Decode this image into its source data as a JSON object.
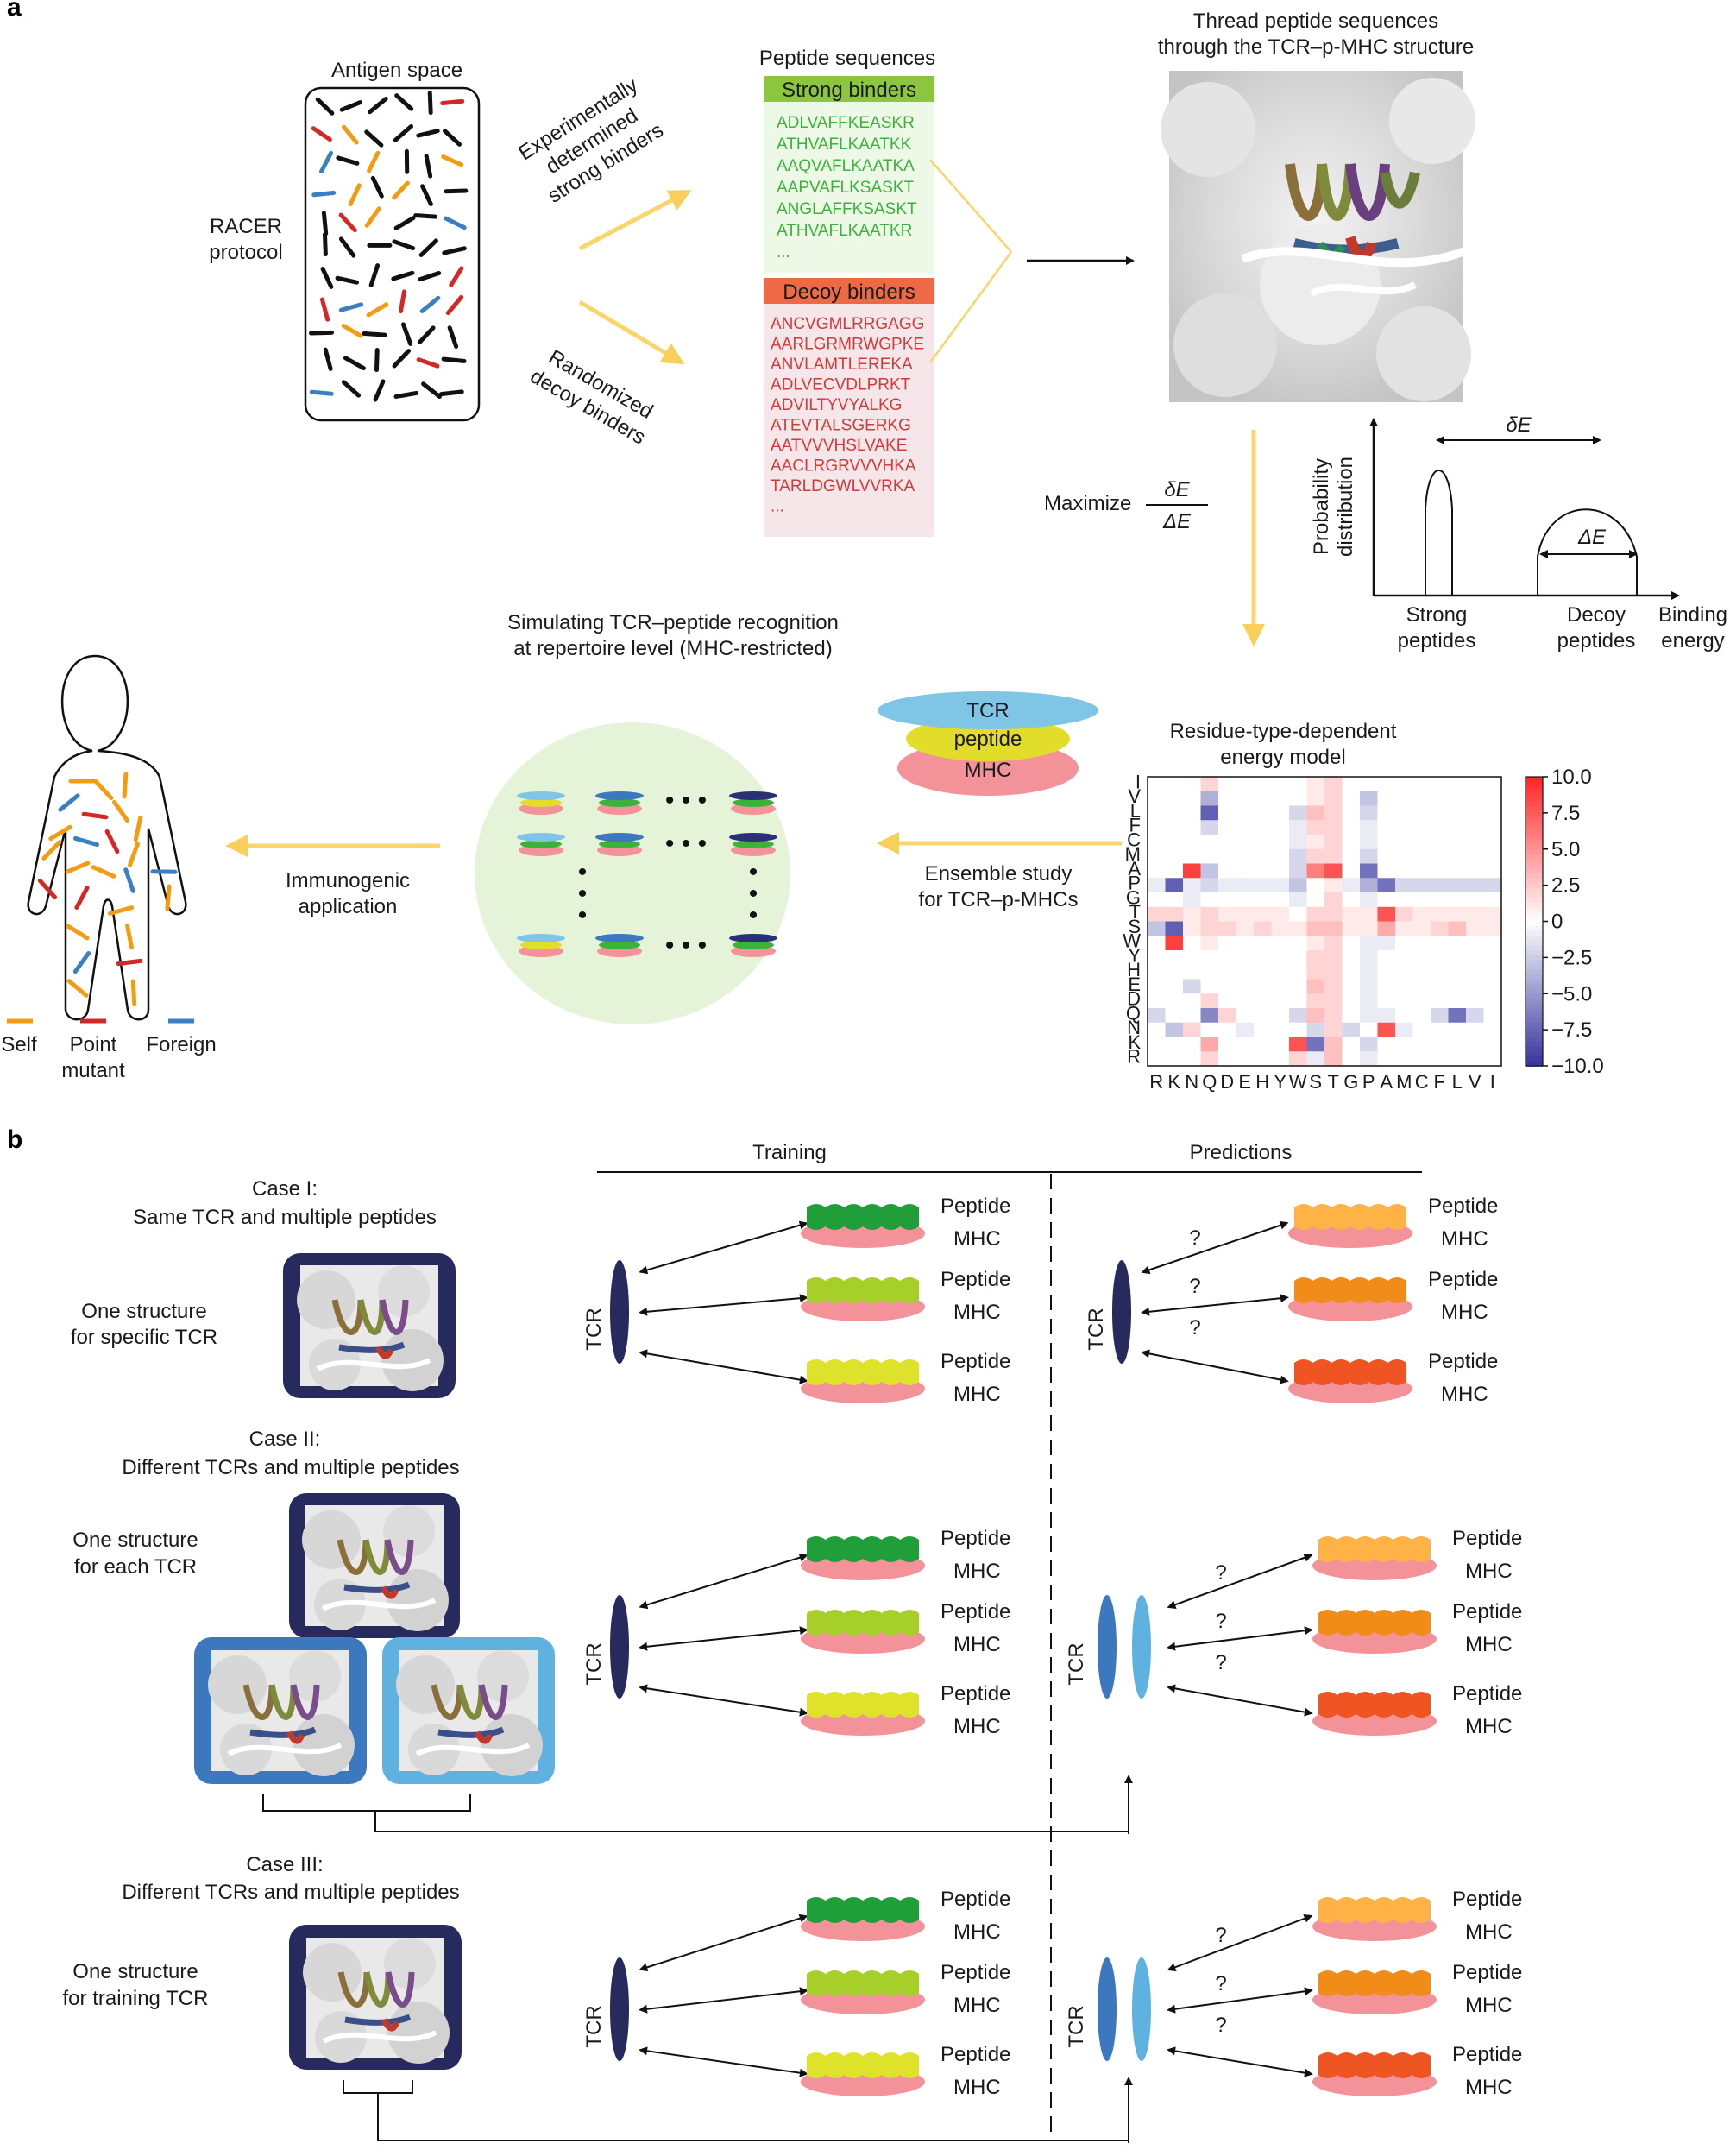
{
  "panel_a": {
    "letter": "a",
    "antigen_space": "Antigen space",
    "racer": [
      "RACER",
      "protocol"
    ],
    "exp_arrow": [
      "Experimentally",
      "determined",
      "strong binders"
    ],
    "rand_arrow": [
      "Randomized",
      "decoy binders"
    ],
    "peptide_title": "Peptide sequences",
    "strong_header": "Strong binders",
    "strong_seqs": [
      "ADLVAFFKEASKR",
      "ATHVAFLKAATKK",
      "AAQVAFLKAATKA",
      "AAPVAFLKSASKT",
      "ANGLAFFKSASKT",
      "ATHVAFLKAATKR",
      "..."
    ],
    "decoy_header": "Decoy binders",
    "decoy_seqs": [
      "ANCVGMLRRGAGG",
      "AARLGRMRWGPKE",
      "ANVLAMTLEREKA",
      "ADLVECVDLPRKT",
      "ADVILTYVYALKG",
      "ATEVTALSGERKG",
      "AATVVVHSLVAKE",
      "AACLRGRVVVHKA",
      "TARLDGWLVVRKA",
      "..."
    ],
    "thread": [
      "Thread peptide sequences",
      "through the TCR–p-MHC structure"
    ],
    "maximize": "Maximize",
    "frac_num": "δE",
    "frac_den": "ΔE",
    "dist": {
      "ylabel": [
        "Probability",
        "distribution"
      ],
      "delta_small": "δE",
      "delta_big": "ΔE",
      "strong": [
        "Strong",
        "peptides"
      ],
      "decoy": [
        "Decoy",
        "peptides"
      ],
      "binding": [
        "Binding",
        "energy"
      ]
    },
    "simulating": [
      "Simulating TCR–peptide recognition",
      "at repertoire level (MHC-restricted)"
    ],
    "stack": {
      "tcr": "TCR",
      "peptide": "peptide",
      "mhc": "MHC"
    },
    "energy_title": [
      "Residue-type-dependent",
      "energy model"
    ],
    "ensemble": [
      "Ensemble study",
      "for TCR–p-MHCs"
    ],
    "immuno": [
      "Immunogenic",
      "application"
    ],
    "legend": {
      "self": "Self",
      "point": [
        "Point",
        "mutant"
      ],
      "foreign": "Foreign"
    },
    "dots": "• • •",
    "vdots": "•"
  },
  "chart_data": {
    "type": "heatmap",
    "x_labels": [
      "R",
      "K",
      "N",
      "Q",
      "D",
      "E",
      "H",
      "Y",
      "W",
      "S",
      "T",
      "G",
      "P",
      "A",
      "M",
      "C",
      "F",
      "L",
      "V",
      "I"
    ],
    "y_labels": [
      "I",
      "V",
      "L",
      "F",
      "C",
      "M",
      "A",
      "P",
      "G",
      "T",
      "S",
      "W",
      "Y",
      "H",
      "E",
      "D",
      "Q",
      "N",
      "K",
      "R"
    ],
    "colorbar_ticks": [
      "10.0",
      "7.5",
      "5.0",
      "2.5",
      "0",
      "−2.5",
      "−5.0",
      "−7.5",
      "−10.0"
    ],
    "vmin": -10,
    "vmax": 10,
    "rows": {
      "I": [
        0,
        0,
        0,
        2,
        0,
        0,
        0,
        0,
        0,
        1,
        2,
        0,
        0,
        0,
        0,
        0,
        0,
        0,
        0,
        0
      ],
      "V": [
        0,
        0,
        0,
        -4,
        0,
        0,
        0,
        0,
        0,
        1,
        2,
        0,
        -3,
        0,
        0,
        0,
        0,
        0,
        0,
        0
      ],
      "L": [
        0,
        0,
        0,
        -8,
        0,
        0,
        0,
        0,
        -2,
        3,
        2,
        0,
        -2,
        0,
        0,
        0,
        0,
        0,
        0,
        0
      ],
      "F": [
        0,
        0,
        0,
        -2,
        0,
        0,
        0,
        0,
        -1,
        2,
        2,
        0,
        -1,
        0,
        0,
        0,
        0,
        0,
        0,
        0
      ],
      "C": [
        0,
        0,
        0,
        0,
        0,
        0,
        0,
        0,
        -1,
        1,
        2,
        0,
        -1,
        0,
        0,
        0,
        0,
        0,
        0,
        0
      ],
      "M": [
        0,
        0,
        0,
        0,
        0,
        0,
        0,
        0,
        -2,
        2,
        2,
        0,
        -2,
        0,
        0,
        0,
        0,
        0,
        0,
        0
      ],
      "A": [
        0,
        0,
        9,
        -3,
        0,
        0,
        0,
        0,
        -2,
        6,
        8,
        0,
        -7,
        0,
        0,
        0,
        0,
        0,
        0,
        0
      ],
      "P": [
        -1,
        -8,
        -1,
        -2,
        -1,
        -1,
        -1,
        -1,
        -3,
        0,
        1,
        -1,
        -4,
        -7,
        -2,
        -2,
        -2,
        -2,
        -2,
        -2
      ],
      "G": [
        0,
        0,
        -1,
        0,
        0,
        0,
        0,
        0,
        -1,
        0,
        2,
        0,
        -1,
        0,
        0,
        0,
        0,
        0,
        0,
        0
      ],
      "T": [
        2,
        2,
        1,
        2,
        1,
        1,
        1,
        1,
        0,
        2,
        2,
        1,
        1,
        8,
        2,
        1,
        1,
        1,
        1,
        1
      ],
      "S": [
        -3,
        -8,
        1,
        2,
        2,
        1,
        2,
        1,
        1,
        3,
        3,
        1,
        1,
        4,
        1,
        1,
        2,
        3,
        1,
        1
      ],
      "W": [
        0,
        9,
        0,
        1,
        0,
        0,
        0,
        0,
        0,
        1,
        2,
        0,
        -1,
        -1,
        0,
        0,
        0,
        0,
        0,
        0
      ],
      "Y": [
        0,
        0,
        0,
        0,
        0,
        0,
        0,
        0,
        0,
        2,
        2,
        0,
        -1,
        0,
        0,
        0,
        0,
        0,
        0,
        0
      ],
      "H": [
        0,
        0,
        0,
        0,
        0,
        0,
        0,
        0,
        0,
        2,
        2,
        0,
        -1,
        0,
        0,
        0,
        0,
        0,
        0,
        0
      ],
      "E": [
        0,
        0,
        -2,
        0,
        0,
        0,
        0,
        0,
        0,
        3,
        2,
        0,
        -1,
        0,
        0,
        0,
        0,
        0,
        0,
        0
      ],
      "D": [
        0,
        0,
        0,
        2,
        0,
        0,
        0,
        0,
        0,
        2,
        2,
        0,
        -1,
        0,
        0,
        0,
        0,
        0,
        0,
        0
      ],
      "Q": [
        -2,
        0,
        0,
        -6,
        2,
        0,
        0,
        0,
        -2,
        3,
        2,
        0,
        -1,
        -1,
        0,
        0,
        -2,
        -7,
        -2,
        0
      ],
      "N": [
        0,
        -3,
        2,
        0,
        0,
        -1,
        0,
        0,
        0,
        -2,
        2,
        -2,
        0,
        8,
        -1,
        0,
        0,
        0,
        0,
        0
      ],
      "K": [
        0,
        0,
        0,
        4,
        0,
        0,
        0,
        0,
        8,
        -7,
        3,
        0,
        -2,
        0,
        0,
        0,
        0,
        0,
        0,
        0
      ],
      "R": [
        0,
        0,
        0,
        2,
        0,
        0,
        0,
        0,
        2,
        -1,
        3,
        0,
        -1,
        0,
        0,
        0,
        0,
        0,
        0,
        0
      ]
    }
  },
  "panel_b": {
    "letter": "b",
    "training": "Training",
    "predictions": "Predictions",
    "cases": [
      {
        "title": [
          "Case I:",
          "Same TCR and multiple peptides"
        ],
        "structure": [
          "One structure",
          "for specific TCR"
        ]
      },
      {
        "title": [
          "Case II:",
          "Different TCRs and multiple peptides"
        ],
        "structure": [
          "One structure",
          "for each TCR"
        ]
      },
      {
        "title": [
          "Case III:",
          "Different TCRs and multiple peptides"
        ],
        "structure": [
          "One structure",
          "for training TCR"
        ]
      }
    ],
    "tcr": "TCR",
    "peptide": "Peptide",
    "mhc": "MHC",
    "q": "?"
  }
}
